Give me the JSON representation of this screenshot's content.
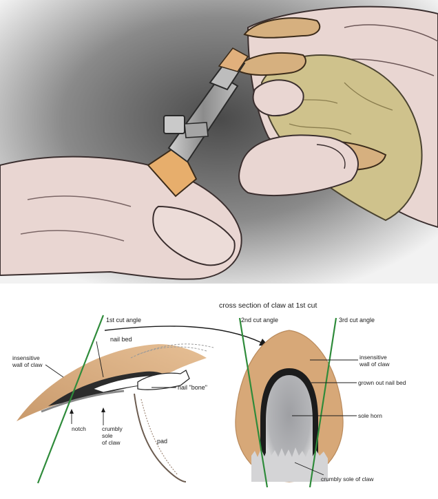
{
  "illustration": {
    "top_scene": "hands-trimming-claw"
  },
  "diagram": {
    "cross_section_title": "cross section of claw at 1st cut",
    "side_view_labels": {
      "first_cut": "1st cut angle",
      "nail_bed": "nail bed",
      "insensitive_wall_line1": "insensitive",
      "insensitive_wall_line2": "wall of claw",
      "nail_bone": "nail \"bone\"",
      "notch": "notch",
      "crumbly_line1": "crumbly",
      "crumbly_line2": "sole",
      "crumbly_line3": "of claw",
      "pad": "pad"
    },
    "cross_section_labels": {
      "second_cut": "2nd cut angle",
      "third_cut": "3rd cut angle",
      "insensitive_wall_line1": "insensitive",
      "insensitive_wall_line2": "wall of claw",
      "grown_out_nail_bed": "grown out nail bed",
      "sole_horn": "sole horn",
      "crumbly_sole": "crumbly sole of claw"
    },
    "colors": {
      "claw_tan": "#d7a878",
      "cut_line_green": "#2e8b3a",
      "nail_bed_dark": "#1c1c1c",
      "sole_horn_gray": "#a7a9ac",
      "skin": "#e8d4d0",
      "fur": "#cfc28c"
    }
  }
}
